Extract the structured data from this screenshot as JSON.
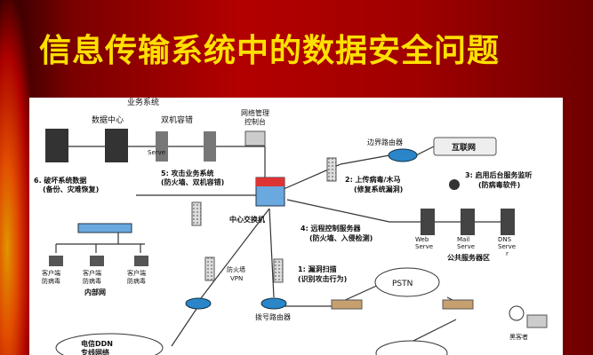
{
  "title": "信息传输系统中的数据安全问题",
  "labels": {
    "business_system": "业务系统",
    "data_center": "数据中心",
    "dual_backup": "双机容错",
    "net_mgmt_1": "网络管理",
    "net_mgmt_2": "控制台",
    "border_router": "边界路由器",
    "internet": "互联网",
    "serve": "Serve",
    "threat6_1": "6. 破坏系统数据",
    "threat6_2": "(备份、灾难恢复)",
    "threat5_1": "5: 攻击业务系统",
    "threat5_2": "(防火墙、双机容错)",
    "threat2_1": "2: 上传病毒/木马",
    "threat2_2": "(修复系统漏洞)",
    "threat3_1": "3: 启用后台服务监听",
    "threat3_2": "(防病毒软件)",
    "core_switch": "中心交换机",
    "threat4_1": "4: 远程控制服务器",
    "threat4_2": "(防火墙、入侵检测)",
    "web_1": "Web",
    "web_2": "Serve",
    "mail_1": "Mail",
    "mail_2": "Serve",
    "dns_1": "DNS",
    "dns_2": "Serve",
    "dns_3": "r",
    "public_zone": "公共服务器区",
    "client": "客户端",
    "antivirus": "防病毒",
    "intranet": "内部网",
    "firewall": "防火墙",
    "vpn": "VPN",
    "threat1_1": "1: 漏洞扫描",
    "threat1_2": "(识别攻击行为)",
    "pstn": "PSTN",
    "dialup_router": "拨号路由器",
    "hacker": "黑客者",
    "ddn_1": "电信DDN",
    "ddn_2": "专线网络"
  },
  "colors": {
    "accent": "#ffe000",
    "background": "#a00000",
    "device": "#2a86c9"
  }
}
